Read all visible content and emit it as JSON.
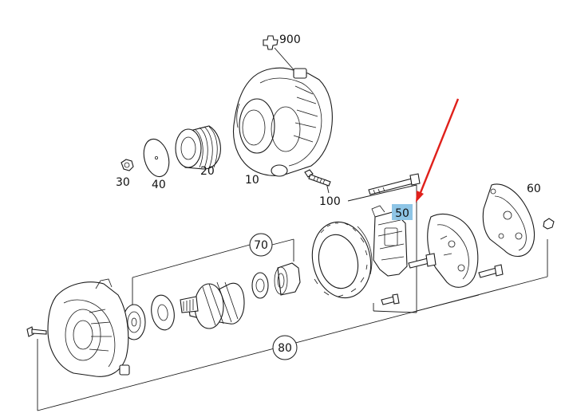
{
  "callouts": {
    "p900": "900",
    "p10": "10",
    "p20": "20",
    "p30": "30",
    "p40": "40",
    "p100": "100",
    "p70": "70",
    "p50": "50",
    "p60": "60",
    "p80": "80"
  },
  "highlight": {
    "part": "50",
    "color": "#8ec5e6"
  },
  "pointer_arrow": {
    "color": "#e0201b",
    "target": "50"
  },
  "icons": {
    "p900": "star-marker-icon"
  }
}
